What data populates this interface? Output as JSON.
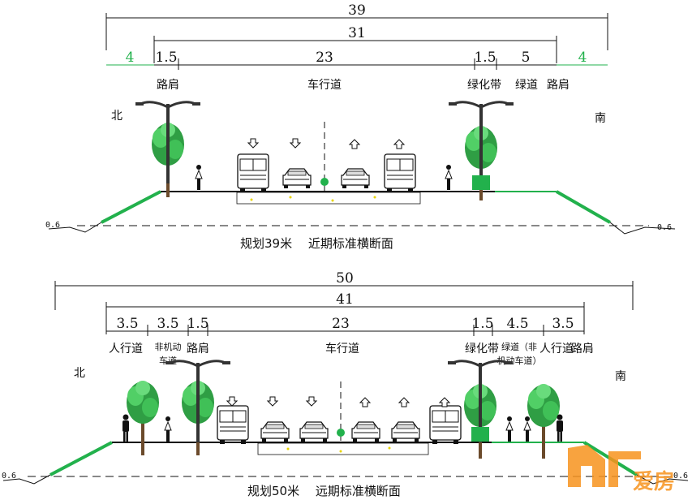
{
  "top": {
    "dim_total": "39",
    "dim_red": "31",
    "dim_left_green": "4",
    "dim_right_green": "4",
    "dim_shoulder_l": "1.5",
    "dim_road": "23",
    "dim_green_belt": "1.5",
    "dim_green_way": "5",
    "label_shoulder_l": "路肩",
    "label_road": "车行道",
    "label_green_belt": "绿化带",
    "label_green_way": "绿道",
    "label_shoulder_r": "路肩",
    "north": "北",
    "south": "南",
    "elev_left": "0.6",
    "elev_right": "0.6",
    "title": "规划39米　 近期标准横断面"
  },
  "bottom": {
    "dim_total": "50",
    "dim_red": "41",
    "dim_sidewalk_l": "3.5",
    "dim_nonmotor_l": "3.5",
    "dim_shoulder_l": "1.5",
    "dim_road": "23",
    "dim_green_belt": "1.5",
    "dim_green_way": "4.5",
    "dim_sidewalk_r": "3.5",
    "label_sidewalk_l": "人行道",
    "label_nonmotor_l_1": "非机动",
    "label_nonmotor_l_2": "车道",
    "label_shoulder_l": "路肩",
    "label_road": "车行道",
    "label_green_belt": "绿化带",
    "label_green_way_1": "绿道（非",
    "label_green_way_2": "机动车道）",
    "label_sidewalk_r": "人行道",
    "label_shoulder_r": "路肩",
    "north": "北",
    "south": "南",
    "elev_left": "0.6",
    "elev_right": "0.6",
    "title": "规划50米　 远期标准横断面"
  },
  "watermark": {
    "text": "爱房"
  },
  "colors": {
    "green": "#22b14c",
    "tree": "#3cb371",
    "watermark": "#f7931e"
  }
}
